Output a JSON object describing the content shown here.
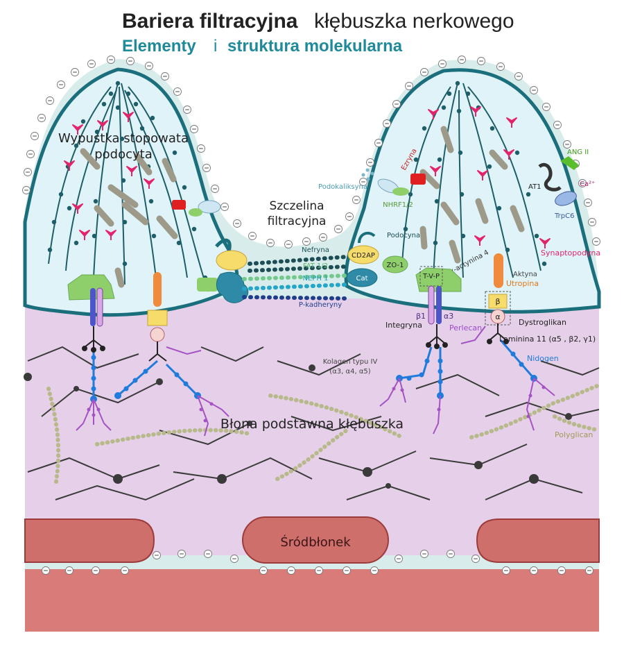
{
  "title": {
    "bold": "Bariera filtracyjna",
    "rest": "kłębuszka nerkowego",
    "subtitle_a": "Elementy",
    "subtitle_i": "i",
    "subtitle_b": "struktura molekularna"
  },
  "regions": {
    "foot_process_line1": "Wypustka stopowata",
    "foot_process_line2": "podocyta",
    "slit_line1": "Szczelina",
    "slit_line2": "filtracyjna",
    "gbm": "Błona podstawna kłębuszka",
    "endothelium": "Śródbłonek"
  },
  "labels": {
    "nefryna": "Nefryna",
    "cd2ap": "CD2AP",
    "fat": "FAT 1/2",
    "neph": "NEPH 1",
    "pkadheryny": "P-kadheryny",
    "podocyna": "Podocyna",
    "zo1": "ZO-1",
    "cat": "Cat",
    "podokaliksyna": "Podokaliksyna",
    "ezryna": "Ezryna",
    "nhrf": "NHRF1/2",
    "ang2": "ANG II",
    "at1": "AT1",
    "ca": "Ca²⁺",
    "trpc6": "TrpC6",
    "synaptopodyna": "Synaptopodyna",
    "aktyna": "Aktyna",
    "aactinin": "α-actynina 4",
    "utropina": "Utropina",
    "tvp": "T-V-P",
    "beta1": "β1",
    "alpha3": "α3",
    "integryna": "Integryna",
    "perlecan": "Perlecan",
    "beta": "β",
    "alpha": "α",
    "dystroglikan": "Dystroglikan",
    "laminina": "Laminina 11 (α5 , β2, γ1)",
    "nidogen": "Nidogen",
    "kolagen_l1": "Kolagen typu IV",
    "kolagen_l2": "(α3, α4, α5)",
    "polyglican": "Polyglican",
    "charge": "⊖"
  },
  "colors": {
    "title_dark": "#222222",
    "subtitle": "#1f8a9a",
    "membrane": "#1b6f7c",
    "cell_fill": "#dff3f8",
    "gbm_fill": "#e6cfe8",
    "endo_fill": "#cf6f6c",
    "endo_stroke": "#9c3b3b",
    "glycocalyx": "#d9ecec",
    "actin_bead": "#1d5e68",
    "synaptopodin": "#e2246b",
    "alpha_actinin": "#9e9a8a",
    "collagen": "#3a3a3a",
    "polyglican": "#b7b98a",
    "laminin": "#1f7bdc",
    "perlecan": "#a452c4",
    "green_protein": "#8ecf6c",
    "orange_protein": "#f08a3c",
    "yellow_protein": "#f6dc6a"
  }
}
